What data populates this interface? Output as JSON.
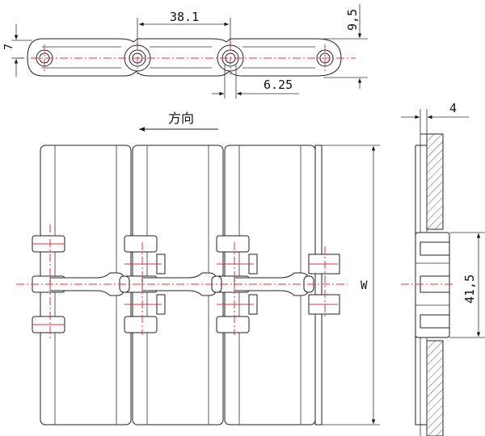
{
  "dimensions": {
    "pitch": "38.1",
    "plate_thickness": "9,5",
    "link_height": "7",
    "pin_diameter": "6.25",
    "side_thickness": "4",
    "hinge_width": "41,5",
    "width": "W"
  },
  "labels": {
    "direction": "方向"
  }
}
